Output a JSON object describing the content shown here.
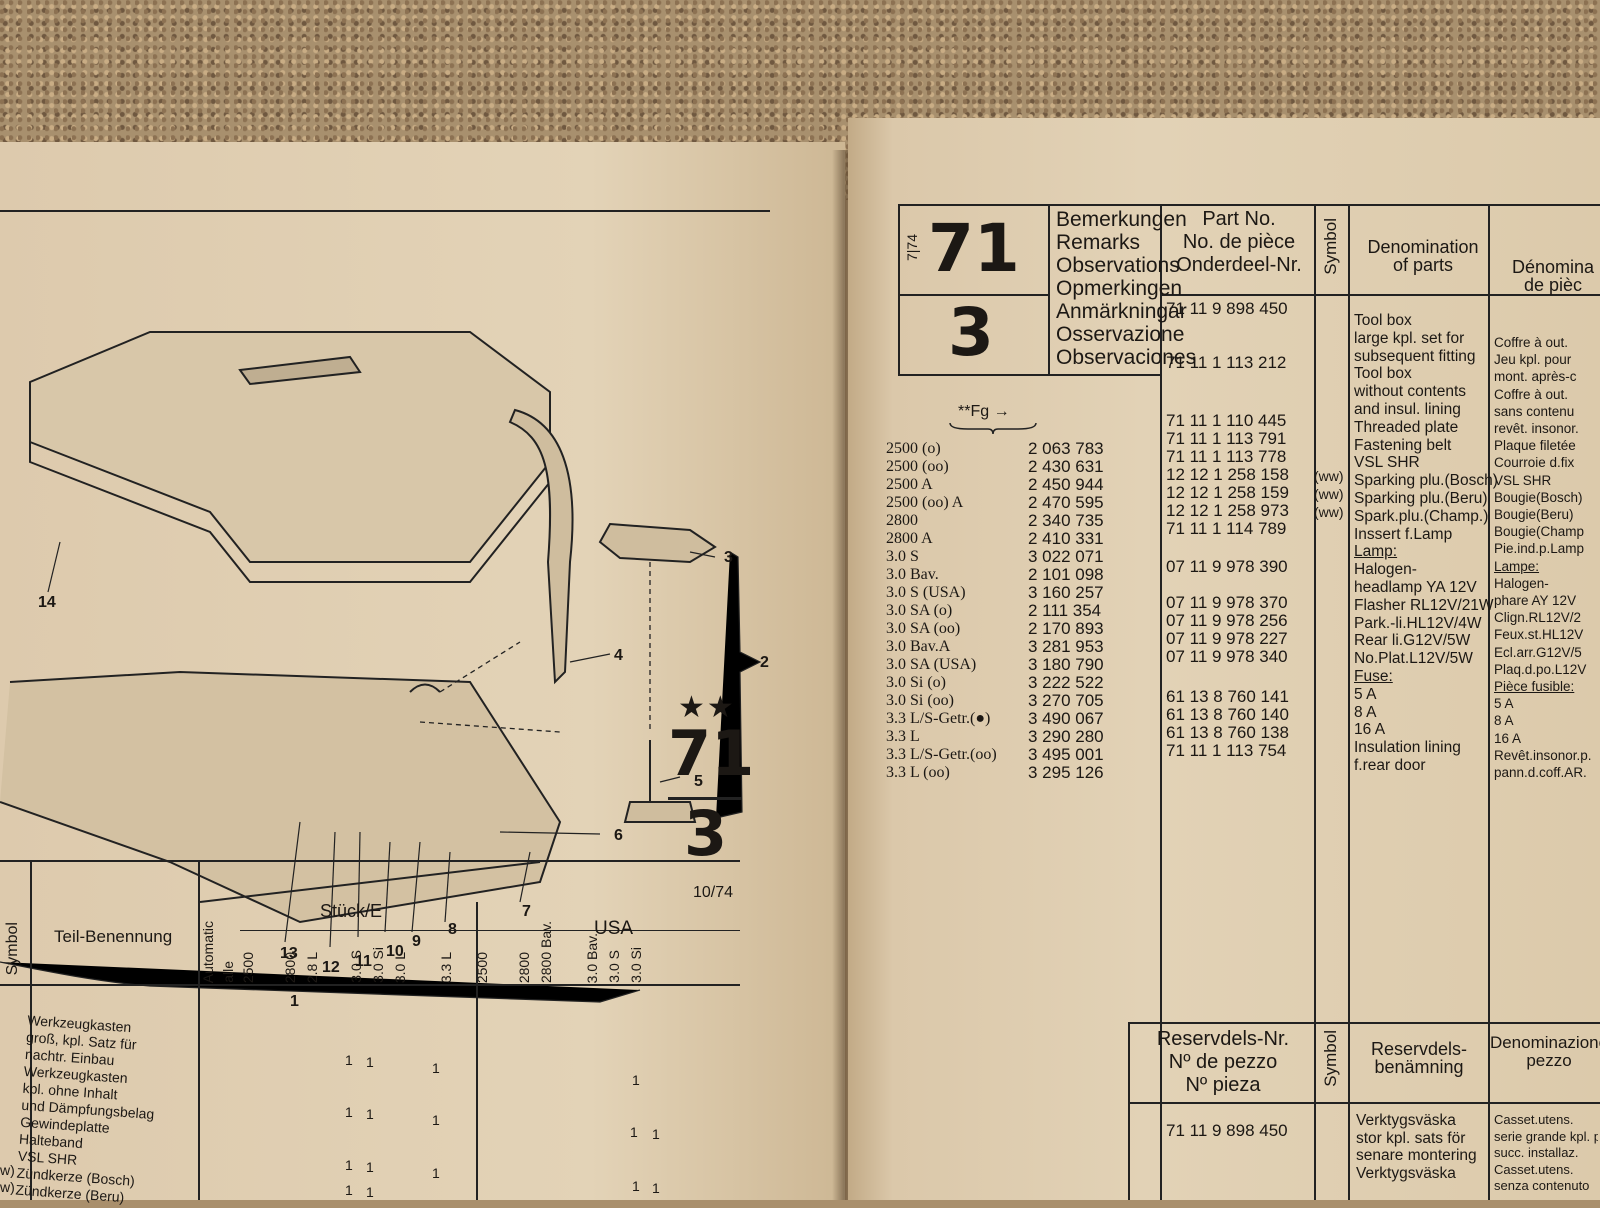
{
  "left_page": {
    "callouts": [
      "14",
      "3",
      "4",
      "2",
      "5",
      "6",
      "7",
      "8",
      "9",
      "10",
      "11",
      "12",
      "13",
      "1"
    ],
    "stars": "★★",
    "group_number": "71",
    "sub_number": "3",
    "date": "10/74",
    "table": {
      "symbol_header": "Symbol",
      "name_header": "Teil-Benennung",
      "stueck_header": "Stück/E",
      "usa_header": "USA",
      "model_columns": [
        "Automatic",
        "alle",
        "2500",
        "2800",
        "2.8 L",
        "3.0 S",
        "3.0 Si",
        "3.0 L",
        "3.3 L",
        "2500",
        "2800",
        "2800 Bav.",
        "3.0 Bav.",
        "3.0 S",
        "3.0 Si"
      ],
      "rows": [
        "Werkzeugkasten",
        "groß, kpl. Satz für",
        "nachtr. Einbau",
        "Werkzeugkasten",
        "kpl. ohne Inhalt",
        "und Dämpfungsbelag",
        "Gewindeplatte",
        "Halteband",
        "VSL SHR",
        "Zündkerze (Bosch)",
        "Zündkerze (Beru)"
      ],
      "ww_marks": [
        "w)",
        "w)"
      ],
      "qty_marks": [
        "1",
        "1",
        "1",
        "1",
        "1",
        "1",
        "1",
        "1",
        "1",
        "1",
        "1",
        "1",
        "1",
        "1",
        "1",
        "1"
      ]
    }
  },
  "right_page": {
    "date_code": "7|74",
    "group_number": "71",
    "sub_number": "3",
    "remarks_labels": [
      "Bemerkungen",
      "Remarks",
      "Observations",
      "Opmerkingen",
      "Anmärkningar",
      "Osservazione",
      "Observaciones"
    ],
    "part_no_header": [
      "Part No.",
      "No. de pièce",
      "Onderdeel-Nr."
    ],
    "symbol_header": "Symbol",
    "denomination_header": [
      "Denomination",
      "of parts"
    ],
    "denomination_fr_header": [
      "Dénomina",
      "de pièc"
    ],
    "fg_label": "**Fg →",
    "models": [
      {
        "model": "2500 (o)",
        "fg": "2 063 783"
      },
      {
        "model": "2500 (oo)",
        "fg": "2 430 631"
      },
      {
        "model": "2500 A",
        "fg": "2 450 944"
      },
      {
        "model": "2500 (oo) A",
        "fg": "2 470 595"
      },
      {
        "model": "2800",
        "fg": "2 340 735"
      },
      {
        "model": "2800 A",
        "fg": "2 410 331"
      },
      {
        "model": "3.0 S",
        "fg": "3 022 071"
      },
      {
        "model": "3.0 Bav.",
        "fg": "2 101 098"
      },
      {
        "model": "3.0 S (USA)",
        "fg": "3 160 257"
      },
      {
        "model": "3.0 SA (o)",
        "fg": "2 111 354"
      },
      {
        "model": "3.0 SA (oo)",
        "fg": "2 170 893"
      },
      {
        "model": "3.0 Bav.A",
        "fg": "3 281 953"
      },
      {
        "model": "3.0 SA (USA)",
        "fg": "3 180 790"
      },
      {
        "model": "3.0 Si (o)",
        "fg": "3 222 522"
      },
      {
        "model": "3.0 Si (oo)",
        "fg": "3 270 705"
      },
      {
        "model": "3.3 L/S-Getr.(●)",
        "fg": "3 490 067"
      },
      {
        "model": "3.3 L",
        "fg": "3 290 280"
      },
      {
        "model": "3.3 L/S-Getr.(oo)",
        "fg": "3 495 001"
      },
      {
        "model": "3.3 L (oo)",
        "fg": "3 295 126"
      }
    ],
    "part_numbers": [
      "71 11 9 898 450",
      "71 11 1 113 212",
      "71 11 1 110 445",
      "71 11 1 113 791",
      "71 11 1 113 778",
      "12 12 1 258 158",
      "12 12 1 258 159",
      "12 12 1 258 973",
      "71 11 1 114 789",
      "07 11 9 978 390",
      "07 11 9 978 370",
      "07 11 9 978 256",
      "07 11 9 978 227",
      "07 11 9 978 340",
      "61 13 8 760 141",
      "61 13 8 760 140",
      "61 13 8 760 138",
      "71 11 1 113 754"
    ],
    "symbols": [
      "(ww)",
      "(ww)",
      "(ww)"
    ],
    "denominations_en": [
      "Tool box",
      "large kpl. set for",
      "subsequent fitting",
      "Tool box",
      "without contents",
      "and insul. lining",
      "Threaded plate",
      "Fastening belt",
      "VSL SHR",
      "Sparking plu.(Bosch)",
      "Sparking plu.(Beru)",
      "Spark.plu.(Champ.)",
      "Inssert f.Lamp",
      "Lamp:",
      "Halogen-",
      "headlamp YA 12V",
      "Flasher RL12V/21W",
      "Park.-li.HL12V/4W",
      "Rear li.G12V/5W",
      "No.Plat.L12V/5W",
      "Fuse:",
      "5 A",
      "8 A",
      "16 A",
      "Insulation lining",
      "f.rear door"
    ],
    "denominations_fr": [
      "Coffre à out.",
      "Jeu kpl. pour",
      "mont. après-c",
      "Coffre à out.",
      "sans contenu",
      "revêt. insonor.",
      "Plaque filetée",
      "Courroie d.fix",
      "VSL SHR",
      "Bougie(Bosch)",
      "Bougie(Beru)",
      "Bougie(Champ",
      "Pie.ind.p.Lamp",
      "Lampe:",
      "Halogen-",
      "phare AY 12V",
      "Clign.RL12V/2",
      "Feux.st.HL12V",
      "Ecl.arr.G12V/5",
      "Plaq.d.po.L12V",
      "Pièce fusible:",
      "5 A",
      "8 A",
      "16 A",
      "Revêt.insonor.p.",
      "pann.d.coff.AR."
    ],
    "bottom_table": {
      "reservdels_header": [
        "Reservdels-Nr.",
        "Nº de pezzo",
        "Nº pieza"
      ],
      "symbol_header": "Symbol",
      "benamning_header": [
        "Reservdels-",
        "benämning"
      ],
      "denominazione_header": [
        "Denominazione",
        "pezzo"
      ],
      "part_number": "71 11 9 898 450",
      "swedish_lines": [
        "Verktygsväska",
        "stor kpl. sats för",
        "senare montering",
        "Verktygsväska"
      ],
      "italian_lines": [
        "Casset.utens.",
        "serie grande kpl. p.",
        "succ. installaz.",
        "Casset.utens.",
        "senza contenuto"
      ]
    }
  }
}
